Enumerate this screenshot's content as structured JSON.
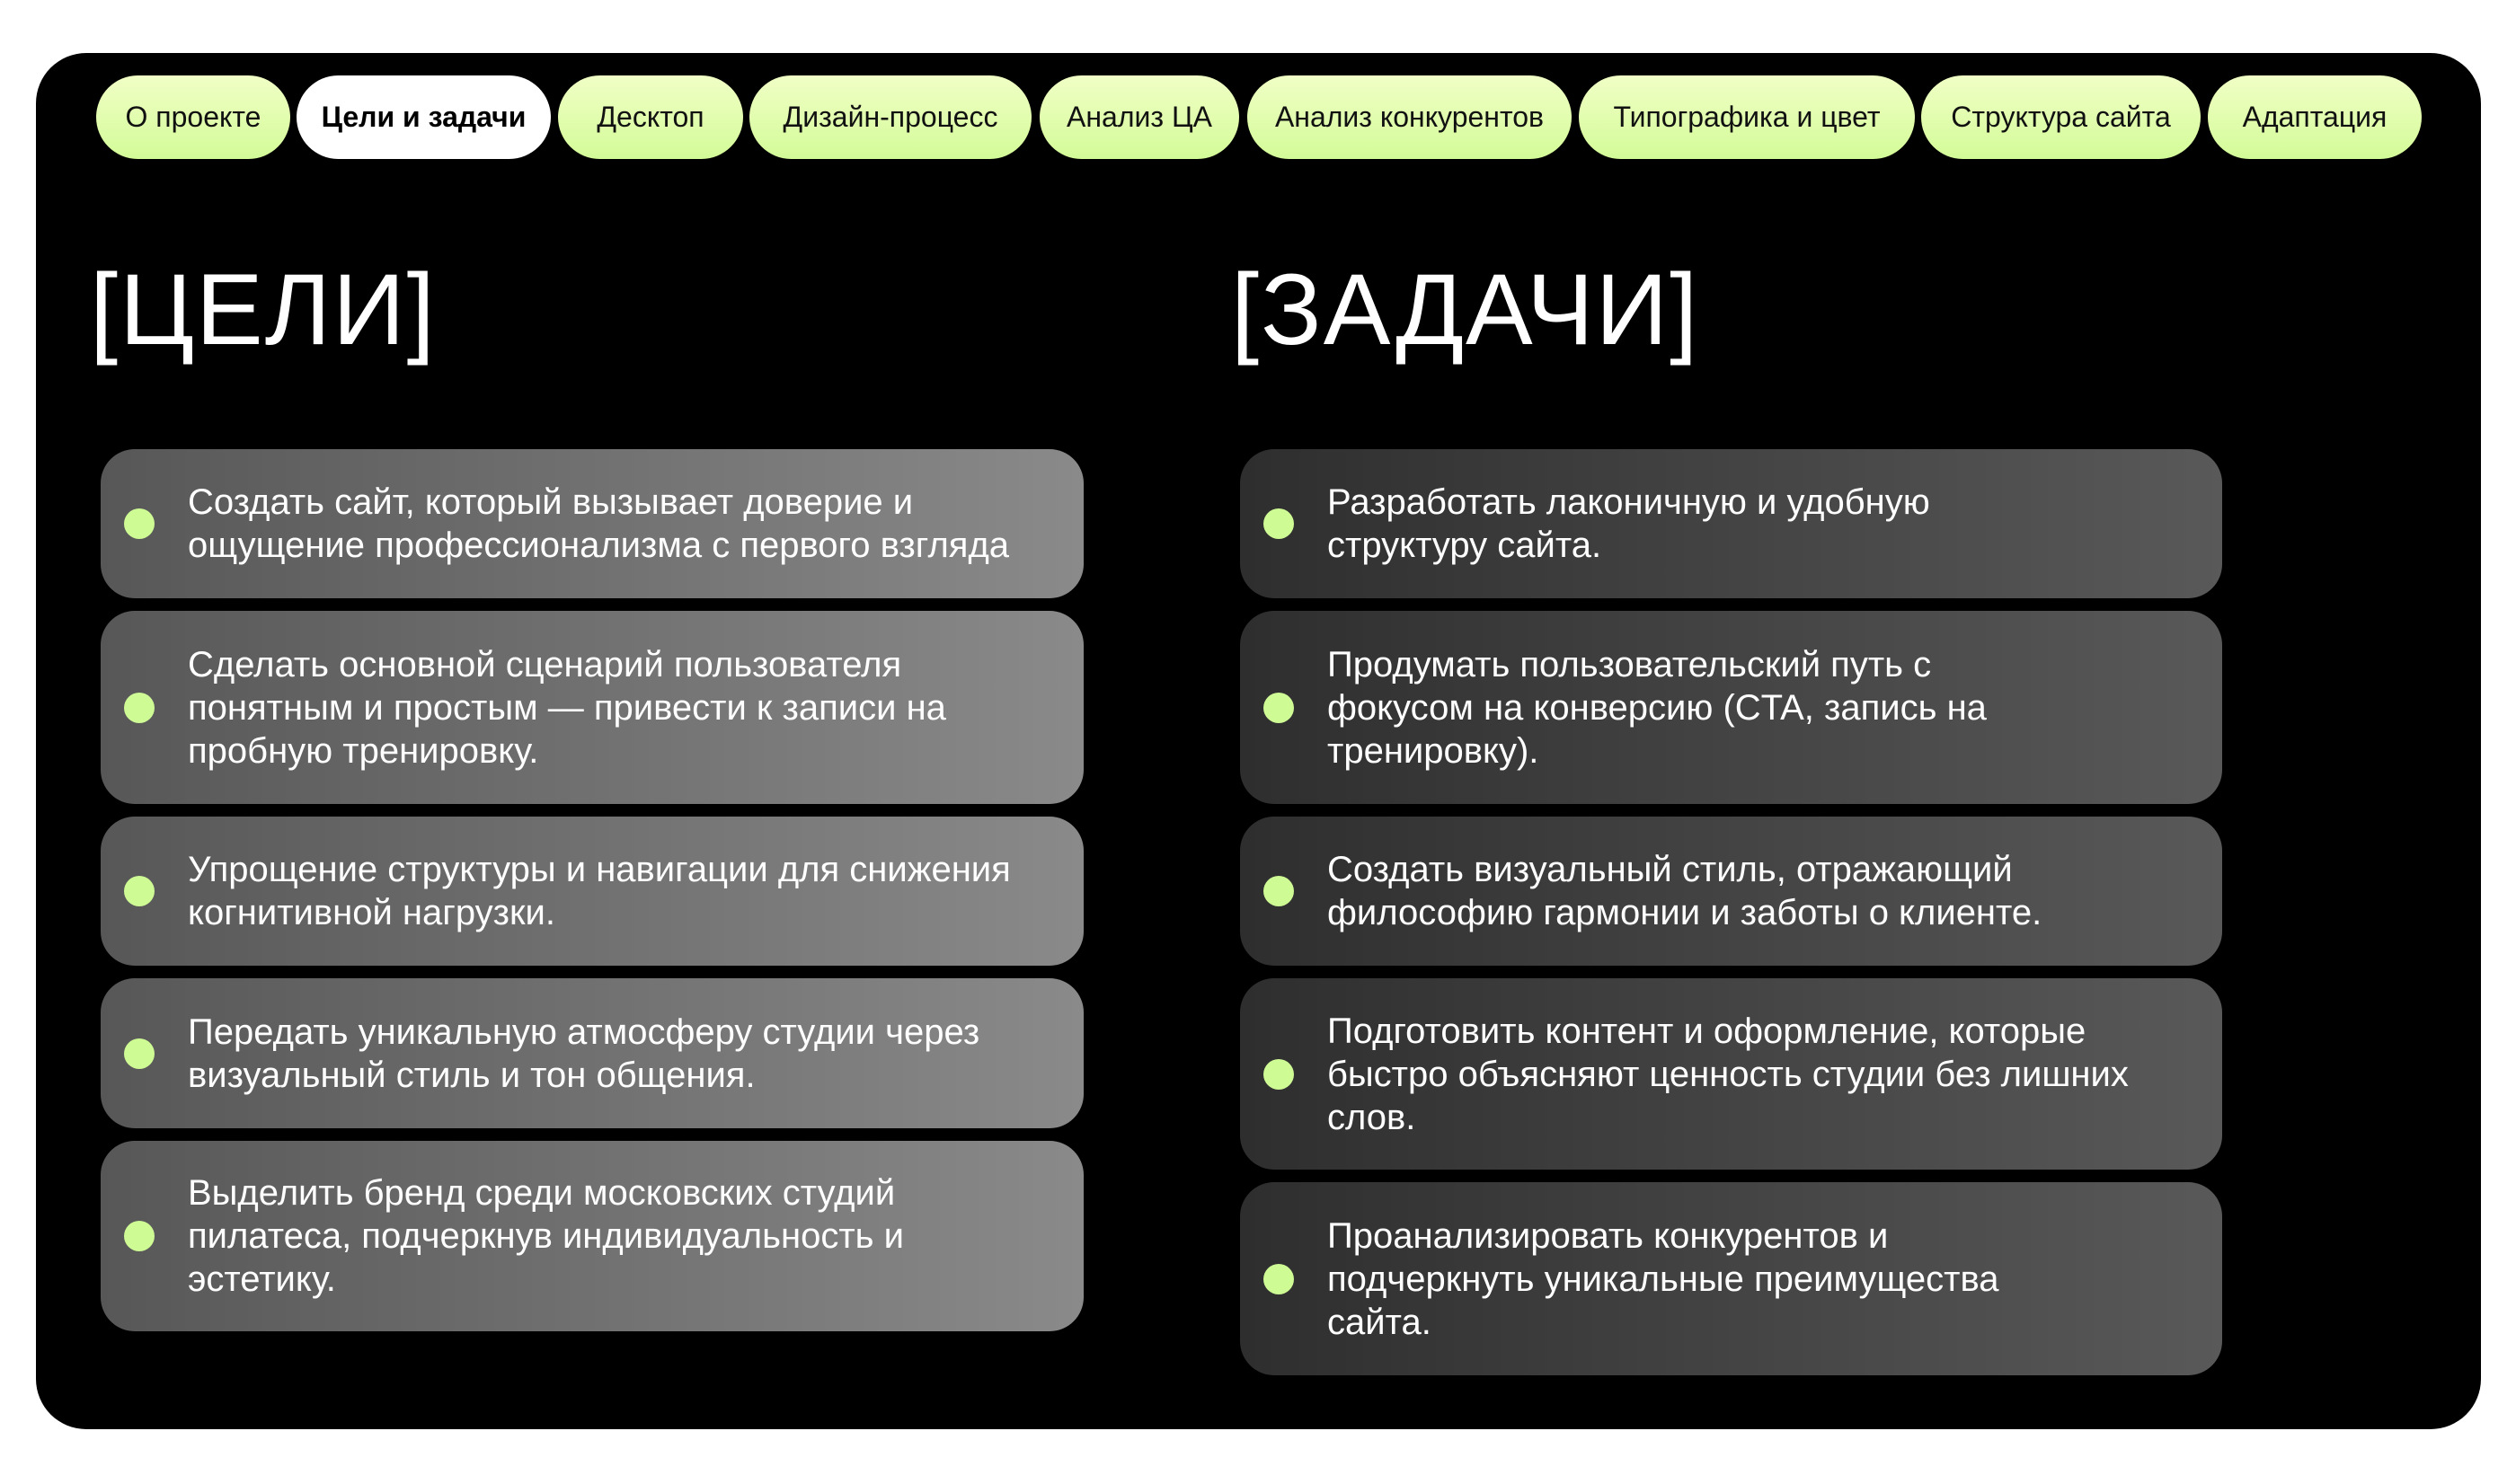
{
  "tabs": [
    {
      "label": "О проекте",
      "active": false
    },
    {
      "label": "Цели и задачи",
      "active": true
    },
    {
      "label": "Десктоп",
      "active": false
    },
    {
      "label": "Дизайн-процесс",
      "active": false
    },
    {
      "label": "Анализ ЦА",
      "active": false
    },
    {
      "label": "Анализ конкурентов",
      "active": false
    },
    {
      "label": "Типографика и цвет",
      "active": false
    },
    {
      "label": "Структура сайта",
      "active": false
    },
    {
      "label": "Адаптация",
      "active": false
    }
  ],
  "goals": {
    "title": "[ЦЕЛИ]",
    "items": [
      "Создать сайт, который вызывает доверие и ощущение профессионализма с первого взгляда",
      "Сделать основной сценарий пользователя понятным и простым — привести к записи на пробную тренировку.",
      "Упрощение структуры и навигации для снижения когнитивной нагрузки.",
      "Передать уникальную атмосферу студии через визуальный стиль и тон общения.",
      "Выделить бренд среди московских студий пилатеса, подчеркнув индивидуальность и эстетику."
    ]
  },
  "tasks": {
    "title": "[ЗАДАЧИ]",
    "items": [
      "Разработать лаконичную и удобную структуру сайта.",
      "Продумать пользовательский путь с фокусом на конверсию (CTA, запись на тренировку).",
      "Создать визуальный стиль, отражающий философию гармонии и заботы о клиенте.",
      "Подготовить контент и оформление, которые быстро объясняют ценность студии без лишних слов.",
      "Проанализировать конкурентов и подчеркнуть уникальные преимущества сайта."
    ]
  },
  "colors": {
    "accent": "#cffb95",
    "panel": "#000000",
    "tab_active": "#ffffff"
  }
}
